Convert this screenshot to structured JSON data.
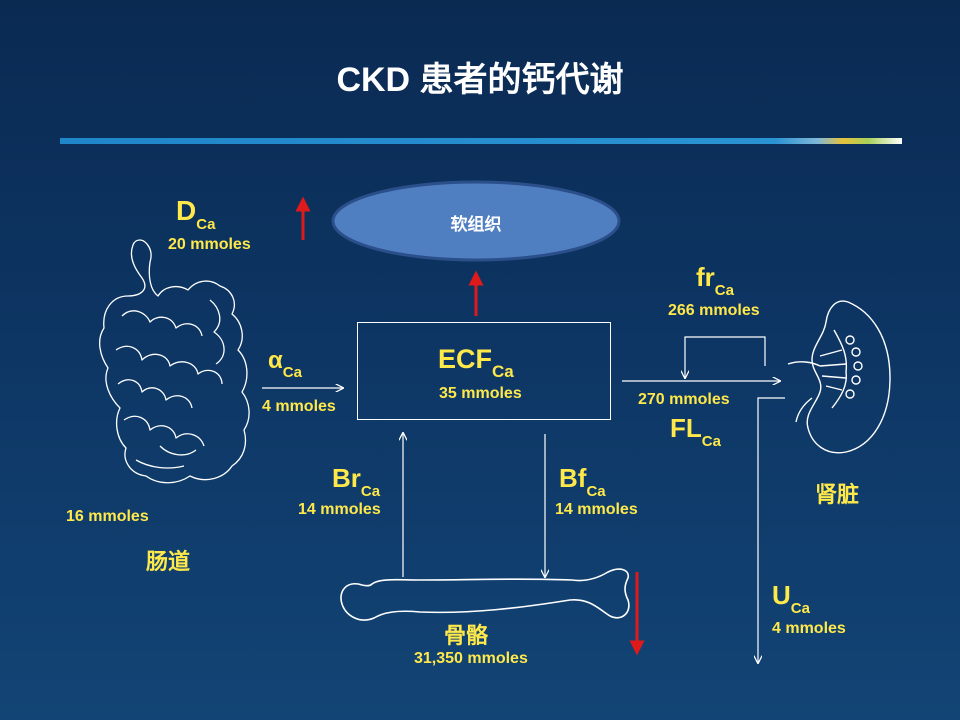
{
  "slide": {
    "title": "CKD 患者的钙代谢"
  },
  "nodes": {
    "soft_tissue": "软组织",
    "ecf": {
      "main": "ECF",
      "sub": "Ca",
      "amount": "35 mmoles"
    },
    "intestine": {
      "label": "肠道",
      "amount": "16 mmoles"
    },
    "kidney": {
      "label": "肾脏"
    },
    "bone": {
      "label": "骨骼",
      "amount": "31,350 mmoles"
    }
  },
  "flows": {
    "d_ca": {
      "main": "D",
      "sub": "Ca",
      "amount": "20 mmoles"
    },
    "alpha_ca": {
      "main": "α",
      "sub": "Ca",
      "amount": "4 mmoles"
    },
    "fr_ca": {
      "main": "fr",
      "sub": "Ca",
      "amount": "266 mmoles"
    },
    "fl_ca": {
      "main": "FL",
      "sub": "Ca",
      "amount": "270 mmoles"
    },
    "br_ca": {
      "main": "Br",
      "sub": "Ca",
      "amount": "14 mmoles"
    },
    "bf_ca": {
      "main": "Bf",
      "sub": "Ca",
      "amount": "14 mmoles"
    },
    "u_ca": {
      "main": "U",
      "sub": "Ca",
      "amount": "4 mmoles"
    }
  },
  "colors": {
    "label": "#ffe84a",
    "arrow_up_down": "#e01a1a",
    "line": "#ffffff",
    "ellipse_fill": "#4f7fc0",
    "ellipse_border": "#2b4f8a"
  }
}
